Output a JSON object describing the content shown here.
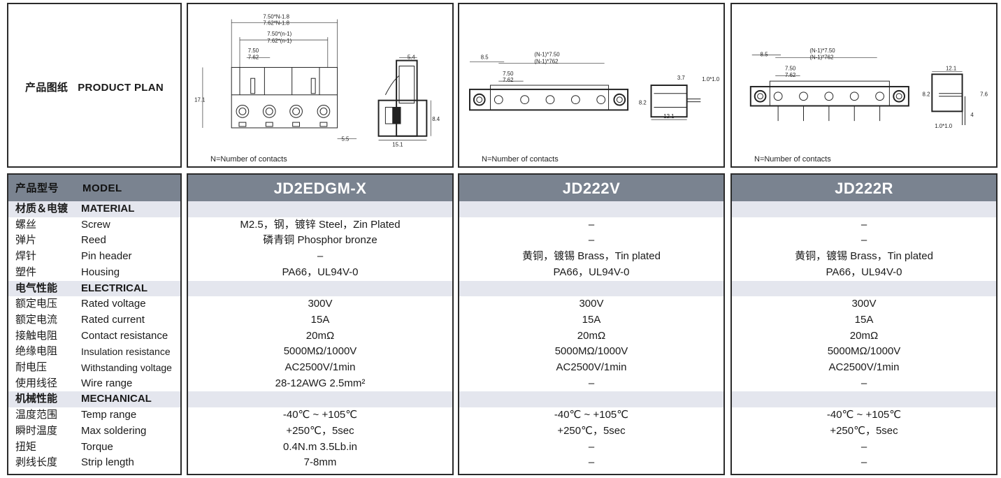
{
  "plan": {
    "title_cn": "产品图纸",
    "title_en": "PRODUCT PLAN",
    "note": "N=Number of contacts",
    "dims1": {
      "total_a": "7.50*N-1.8",
      "total_b": "7.62*N-1.8",
      "inner_a": "7.50*(n-1)",
      "inner_b": "7.62*(n-1)",
      "pitch_a": "7.50",
      "pitch_b": "7.62",
      "height": "17.1",
      "offset": "5.5",
      "side_top": "5.4",
      "side_h": "8.4",
      "side_w": "15.1"
    },
    "dims2": {
      "left": "8.5",
      "span_a": "(N-1)*7.50",
      "span_b": "(N-1)*762",
      "pitch_a": "7.50",
      "pitch_b": "7.62",
      "side_a": "3.7",
      "side_b": "8.2",
      "side_c": "12.1",
      "side_d": "1.0*1.0"
    },
    "dims3": {
      "left": "8.5",
      "span_a": "(N-1)*7.50",
      "span_b": "(N-1)*762",
      "pitch_a": "7.50",
      "pitch_b": "7.62",
      "side_a": "12.1",
      "side_b": "8.2",
      "side_c": "7.6",
      "side_d": "4",
      "pin": "1.0*1.0"
    }
  },
  "table": {
    "model_cn": "产品型号",
    "model_en": "MODEL",
    "models": [
      "JD2EDGM-X",
      "JD222V",
      "JD222R"
    ],
    "rows": [
      {
        "cn": "材质＆电镀",
        "en": "MATERIAL",
        "section": true,
        "values": [
          "",
          "",
          ""
        ]
      },
      {
        "cn": "螺丝",
        "en": "Screw",
        "section": false,
        "values": [
          "M2.5，钢，镀锌 Steel，Zin Plated",
          "–",
          "–"
        ]
      },
      {
        "cn": "弹片",
        "en": "Reed",
        "section": false,
        "values": [
          "磷青铜 Phosphor bronze",
          "–",
          "–"
        ]
      },
      {
        "cn": "焊针",
        "en": "Pin header",
        "section": false,
        "values": [
          "–",
          "黄铜，镀锡 Brass，Tin plated",
          "黄铜，镀锡 Brass，Tin plated"
        ]
      },
      {
        "cn": "塑件",
        "en": "Housing",
        "section": false,
        "values": [
          "PA66，UL94V-0",
          "PA66，UL94V-0",
          "PA66，UL94V-0"
        ]
      },
      {
        "cn": "电气性能",
        "en": "ELECTRICAL",
        "section": true,
        "values": [
          "",
          "",
          ""
        ]
      },
      {
        "cn": "额定电压",
        "en": "Rated voltage",
        "section": false,
        "values": [
          "300V",
          "300V",
          "300V"
        ]
      },
      {
        "cn": "额定电流",
        "en": "Rated current",
        "section": false,
        "values": [
          "15A",
          "15A",
          "15A"
        ]
      },
      {
        "cn": "接触电阻",
        "en": "Contact resistance",
        "section": false,
        "values": [
          "20mΩ",
          "20mΩ",
          "20mΩ"
        ]
      },
      {
        "cn": "绝缘电阻",
        "en": "Insulation resistance",
        "section": false,
        "values": [
          "5000MΩ/1000V",
          "5000MΩ/1000V",
          "5000MΩ/1000V"
        ]
      },
      {
        "cn": "耐电压",
        "en": "Withstanding voltage",
        "section": false,
        "values": [
          "AC2500V/1min",
          "AC2500V/1min",
          "AC2500V/1min"
        ]
      },
      {
        "cn": "使用线径",
        "en": "Wire range",
        "section": false,
        "values": [
          "28-12AWG 2.5mm²",
          "–",
          "–"
        ]
      },
      {
        "cn": "机械性能",
        "en": "MECHANICAL",
        "section": true,
        "values": [
          "",
          "",
          ""
        ]
      },
      {
        "cn": "温度范围",
        "en": "Temp range",
        "section": false,
        "values": [
          "-40℃ ~ +105℃",
          "-40℃ ~ +105℃",
          "-40℃ ~ +105℃"
        ]
      },
      {
        "cn": "瞬时温度",
        "en": "Max soldering",
        "section": false,
        "values": [
          "+250℃，5sec",
          "+250℃，5sec",
          "+250℃，5sec"
        ]
      },
      {
        "cn": "扭矩",
        "en": "Torque",
        "section": false,
        "values": [
          "0.4N.m 3.5Lb.in",
          "–",
          "–"
        ]
      },
      {
        "cn": "剥线长度",
        "en": "Strip length",
        "section": false,
        "values": [
          "7-8mm",
          "–",
          "–"
        ]
      }
    ]
  }
}
